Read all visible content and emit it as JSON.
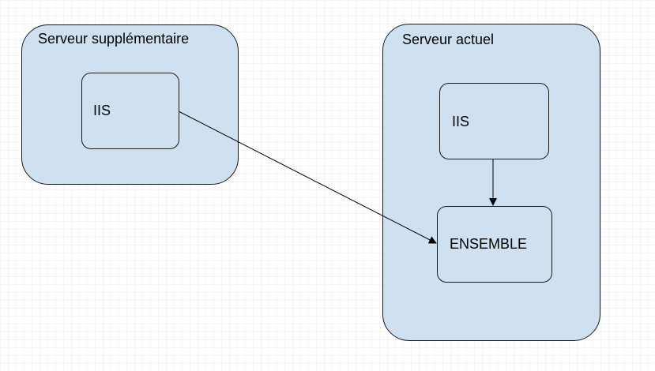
{
  "diagram": {
    "containers": [
      {
        "id": "left",
        "title": "Serveur supplémentaire"
      },
      {
        "id": "right",
        "title": "Serveur actuel"
      }
    ],
    "nodes": [
      {
        "id": "iis-left",
        "label": "IIS",
        "container": "left"
      },
      {
        "id": "iis-right",
        "label": "IIS",
        "container": "right"
      },
      {
        "id": "ensemble",
        "label": "ENSEMBLE",
        "container": "right"
      }
    ],
    "edges": [
      {
        "from": "iis-left",
        "to": "ensemble"
      },
      {
        "from": "iis-right",
        "to": "ensemble"
      }
    ],
    "colors": {
      "fill": "#cfe0f1",
      "stroke": "#1a1a1a"
    }
  }
}
